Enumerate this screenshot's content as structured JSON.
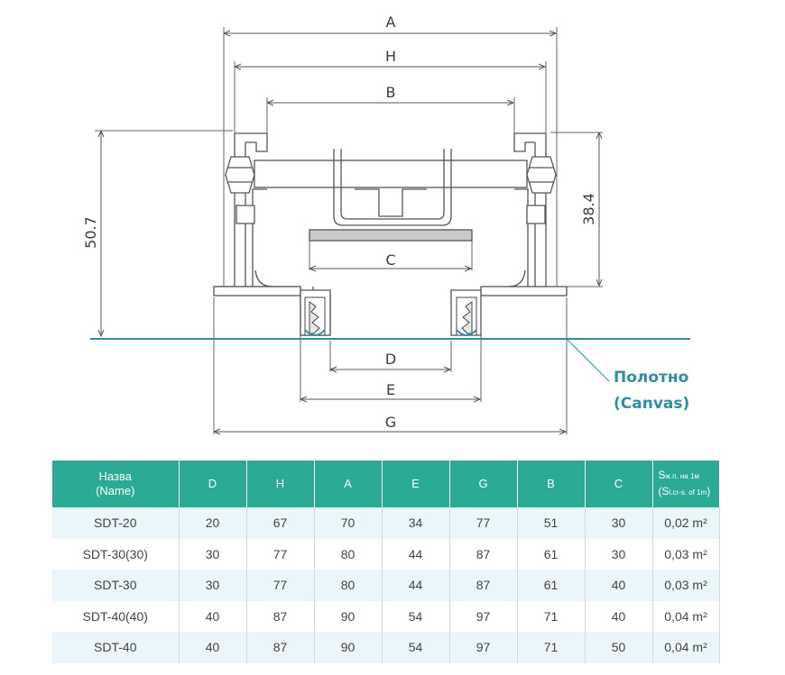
{
  "diagram": {
    "dimensions": {
      "A": "A",
      "H": "H",
      "B": "B",
      "C": "C",
      "D": "D",
      "E": "E",
      "G": "G",
      "height_total": "50.7",
      "height_frame": "38.4"
    },
    "canvas_label_ru": "Полотно",
    "canvas_label_en": "(Canvas)",
    "colors": {
      "profile": "#555555",
      "canvas": "#2d8fa3",
      "dimension": "#555555"
    }
  },
  "table": {
    "header": {
      "name_line1": "Назва",
      "name_line2": "(Name)",
      "D": "D",
      "H": "H",
      "A": "A",
      "E": "E",
      "G": "G",
      "B": "B",
      "C": "C",
      "s_line1_main": "S",
      "s_line1_sub": "ж.п. на 1м",
      "s_line2_main": "(S",
      "s_line2_sub": "l.cr-s. of 1m",
      "s_line2_end": ")"
    },
    "rows": [
      [
        "SDT-20",
        "20",
        "67",
        "70",
        "34",
        "77",
        "51",
        "30",
        "0,02 m²"
      ],
      [
        "SDT-30(30)",
        "30",
        "77",
        "80",
        "44",
        "87",
        "61",
        "30",
        "0,03 m²"
      ],
      [
        "SDT-30",
        "30",
        "77",
        "80",
        "44",
        "87",
        "61",
        "40",
        "0,03 m²"
      ],
      [
        "SDT-40(40)",
        "40",
        "87",
        "90",
        "54",
        "97",
        "71",
        "40",
        "0,04 m²"
      ],
      [
        "SDT-40",
        "40",
        "87",
        "90",
        "54",
        "97",
        "71",
        "50",
        "0,04 m²"
      ]
    ],
    "header_color": "#2bab95",
    "stripe_color": "#eaf6fa"
  }
}
